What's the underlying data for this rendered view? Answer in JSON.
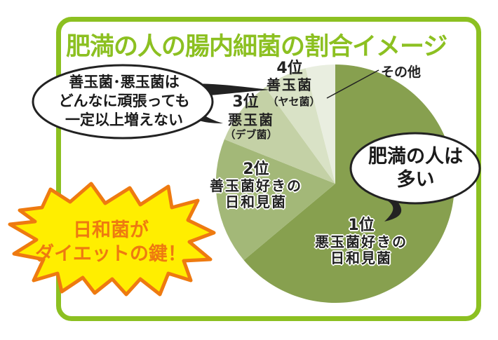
{
  "title": "肥満の人の腸内細菌の割合イメージ",
  "colors": {
    "frame": "#8cc021",
    "title": "#8cc021",
    "slice_1": "#87a04f",
    "slice_2": "#a3b878",
    "slice_3": "#c4d1a6",
    "slice_4": "#d9e2c6",
    "slice_other": "#e9eee0",
    "burst_fill": "#ffee00",
    "burst_stroke": "#ee7a10"
  },
  "labels": {
    "rank1": "1位",
    "rank1_name_l1": "悪玉菌好きの",
    "rank1_name_l2": "日和見菌",
    "rank2": "2位",
    "rank2_name_l1": "善玉菌好きの",
    "rank2_name_l2": "日和見菌",
    "rank3": "3位",
    "rank3_name": "悪玉菌",
    "rank3_sub": "（デブ菌）",
    "rank4": "4位",
    "rank4_name": "善玉菌",
    "rank4_sub": "（ヤセ菌）",
    "other": "その他"
  },
  "bubbles": {
    "left_l1": "善玉菌･悪玉菌は",
    "left_l2": "どんなに頑張っても",
    "left_l3": "一定以上増えない",
    "right_l1": "肥満の人は",
    "right_l2": "多い"
  },
  "burst": {
    "l1": "日和菌が",
    "l2": "ダイエットの鍵！"
  },
  "chart_data": {
    "type": "pie",
    "title": "肥満の人の腸内細菌の割合イメージ",
    "categories": [
      "1位 悪玉菌好きの日和見菌",
      "2位 善玉菌好きの日和見菌",
      "3位 悪玉菌（デブ菌）",
      "4位 善玉菌（ヤセ菌）",
      "その他"
    ],
    "values": [
      64,
      17,
      9,
      6,
      4
    ],
    "note": "Illustrative proportions estimated from slice angles; no numeric labels shown",
    "legend": "none (labels on/near slices)"
  }
}
